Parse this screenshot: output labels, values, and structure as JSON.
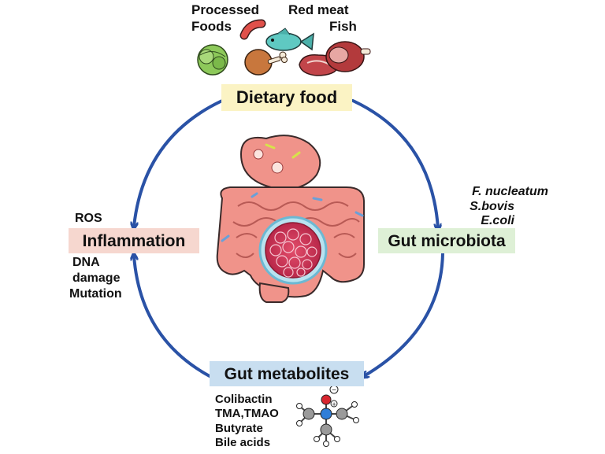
{
  "food": {
    "processed_foods": [
      "Processed",
      "Foods"
    ],
    "red_meat": "Red meat",
    "fish": "Fish"
  },
  "nodes": {
    "dietary_food": "Dietary food",
    "gut_microbiota": "Gut microbiota",
    "gut_metabolites": "Gut metabolites",
    "inflammation": "Inflammation"
  },
  "microbes": [
    "F. nucleatum",
    "S.bovis",
    "E.coli"
  ],
  "inflammation_effects": {
    "above": "ROS",
    "below": [
      "DNA",
      "damage",
      "Mutation"
    ]
  },
  "metabolites": [
    "Colibactin",
    "TMA,TMAO",
    "Butyrate",
    "Bile acids"
  ],
  "molecule_charges": [
    "−",
    "+"
  ],
  "colors": {
    "arrow": "#2a52a6",
    "dietary_food_bg": "#fbf3c4",
    "gut_microbiota_bg": "#def0d6",
    "gut_metabolites_bg": "#c8def0",
    "inflammation_bg": "#f6d7cf",
    "intestine": "#f0938a",
    "intestine_outline": "#3a2a2a"
  },
  "icons": [
    "lettuce-icon",
    "sausage-icon",
    "fish-icon",
    "chicken-leg-icon",
    "steak-icon",
    "ham-icon",
    "intestine-illustration",
    "tumor-cells-icon",
    "molecule-icon"
  ]
}
